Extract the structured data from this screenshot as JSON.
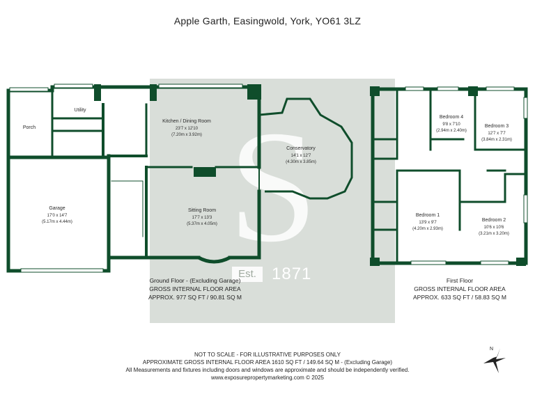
{
  "title": "Apple Garth, Easingwold, York, YO61 3LZ",
  "watermark": {
    "est": "Est.",
    "year": "1871",
    "letter": "S"
  },
  "colors": {
    "wall": "#0f4d2b",
    "watermark": "#b9c2b9"
  },
  "rooms": {
    "porch": {
      "name": "Porch"
    },
    "utility": {
      "name": "Utility"
    },
    "kitchen": {
      "name": "Kitchen / Dining Room",
      "imperial": "23'7 x 12'10",
      "metric": "(7.20m x 3.92m)"
    },
    "conservatory": {
      "name": "Conservatory",
      "imperial": "14'1 x 12'7",
      "metric": "(4.30m x 3.85m)"
    },
    "garage": {
      "name": "Garage",
      "imperial": "17'0 x 14'7",
      "metric": "(5.17m x 4.44m)"
    },
    "sitting": {
      "name": "Sitting Room",
      "imperial": "17'7 x 13'3",
      "metric": "(5.37m x 4.05m)"
    },
    "bedroom4": {
      "name": "Bedroom 4",
      "imperial": "9'8 x 7'10",
      "metric": "(2.94m x 2.40m)"
    },
    "bedroom3": {
      "name": "Bedroom 3",
      "imperial": "12'7 x 7'7",
      "metric": "(3.84m x 2.31m)"
    },
    "bedroom1": {
      "name": "Bedroom 1",
      "imperial": "13'9 x 9'7",
      "metric": "(4.20m x 2.93m)"
    },
    "bedroom2": {
      "name": "Bedroom 2",
      "imperial": "10'6 x 10'6",
      "metric": "(3.21m x 3.20m)"
    }
  },
  "ground_floor": {
    "label": "Ground Floor - (Excluding Garage)",
    "area_title": "GROSS INTERNAL FLOOR AREA",
    "area": "APPROX. 977 SQ FT / 90.81 SQ M"
  },
  "first_floor": {
    "label": "First Floor",
    "area_title": "GROSS INTERNAL FLOOR AREA",
    "area": "APPROX. 633 SQ FT / 58.83 SQ M"
  },
  "footer": {
    "line1": "NOT TO SCALE - FOR ILLUSTRATIVE PURPOSES ONLY",
    "line2": "APPROXIMATE GROSS INTERNAL FLOOR AREA 1610 SQ FT / 149.64 SQ M - (Excluding Garage)",
    "line3": "All Measurements and fixtures including doors and windows are approximate and should be independently verified.",
    "line4": "www.exposurepropertymarketing.com © 2025"
  },
  "compass": {
    "north": "N"
  }
}
